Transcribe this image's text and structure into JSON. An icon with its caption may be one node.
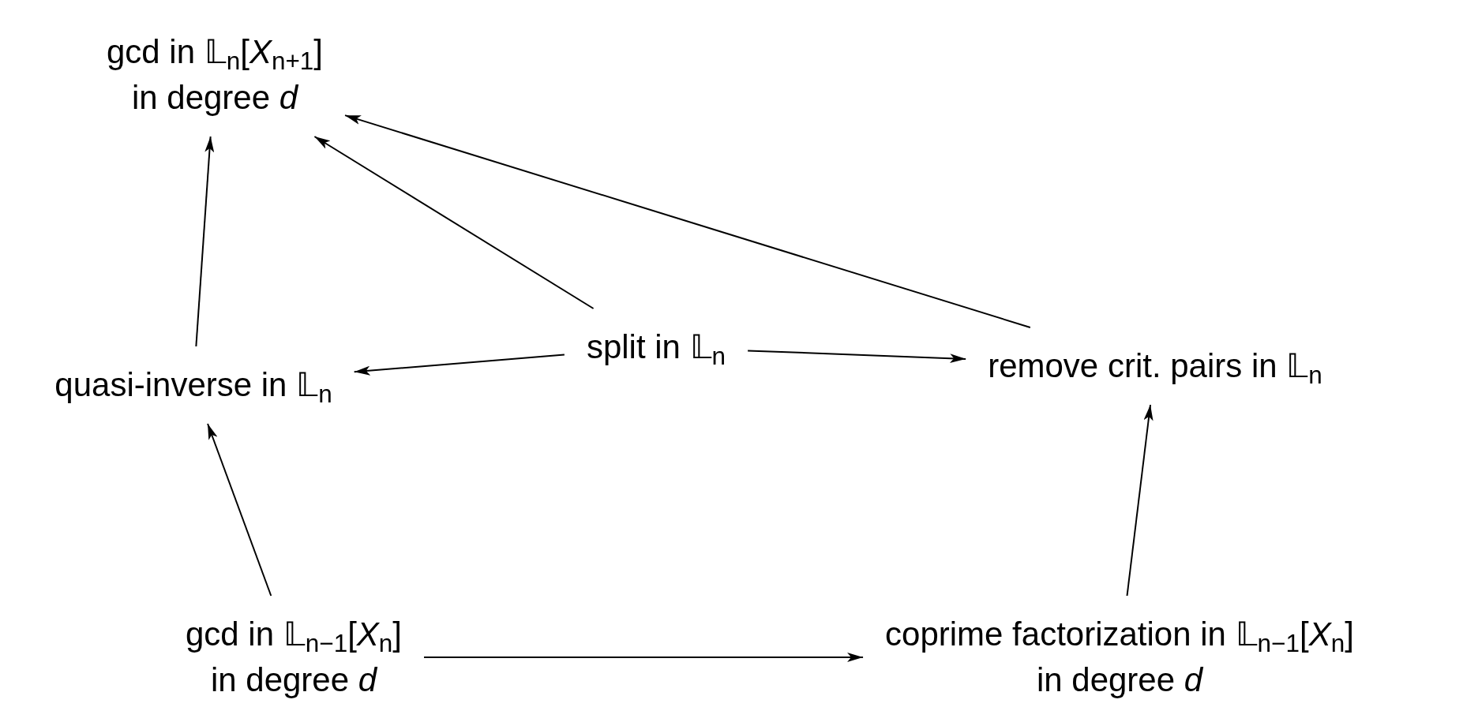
{
  "diagram": {
    "nodes": [
      {
        "text": [
          "gcd in 𝕃$_{n}$[*X*$_{n+1}$]",
          "in degree *d*"
        ]
      },
      {
        "text": [
          "quasi-inverse in 𝕃$_{n}$"
        ]
      },
      {
        "text": [
          "split in 𝕃$_{n}$"
        ]
      },
      {
        "text": [
          "remove crit. pairs in 𝕃$_{n}$"
        ]
      },
      {
        "text": [
          "gcd in 𝕃$_{n−1}$[*X*$_{n}$]",
          "in degree *d*"
        ]
      },
      {
        "text": [
          "coprime factorization in 𝕃$_{n−1}$[*X*$_{n}$]",
          "in degree *d*"
        ]
      }
    ],
    "edges": [
      {
        "from": 1,
        "to": 0,
        "arrow": "to"
      },
      {
        "from": 2,
        "to": 0,
        "arrow": "to"
      },
      {
        "from": 3,
        "to": 0,
        "arrow": "to"
      },
      {
        "from": 2,
        "to": 1,
        "arrow": "to"
      },
      {
        "from": 2,
        "to": 3,
        "arrow": "to"
      },
      {
        "from": 4,
        "to": 1,
        "arrow": "to"
      },
      {
        "from": 5,
        "to": 3,
        "arrow": "to"
      },
      {
        "from": 4,
        "to": 5,
        "arrow": "to"
      }
    ]
  }
}
